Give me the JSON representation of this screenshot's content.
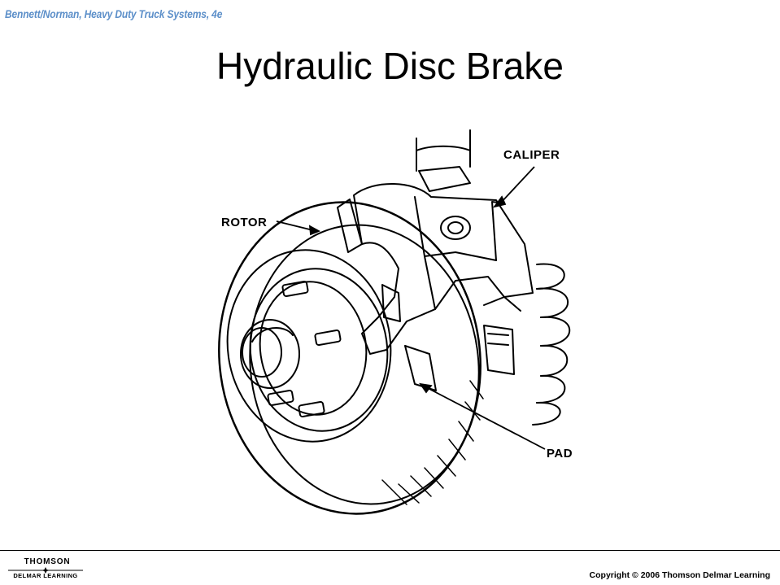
{
  "header": {
    "book_title": "Bennett/Norman, Heavy Duty Truck Systems, 4e"
  },
  "slide": {
    "title": "Hydraulic Disc Brake"
  },
  "diagram": {
    "labels": {
      "caliper": "CALIPER",
      "rotor": "ROTOR",
      "pad": "PAD"
    }
  },
  "footer": {
    "publisher_top": "THOMSON",
    "publisher_bottom": "DELMAR LEARNING",
    "copyright": "Copyright © 2006 Thomson Delmar Learning"
  },
  "colors": {
    "book_title": "#5c8fc9",
    "ink": "#000000",
    "background": "#ffffff"
  }
}
